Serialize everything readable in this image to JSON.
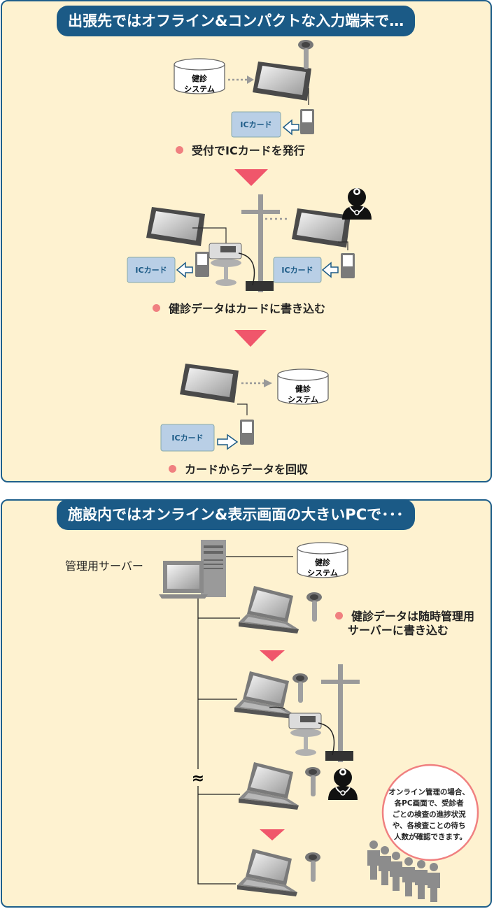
{
  "section1": {
    "title": "出張先ではオフライン&コンパクトな入力端末で…",
    "db_label_line1": "健診",
    "db_label_line2": "システム",
    "card_label": "ICカード",
    "step1_label": "受付でICカードを発行",
    "step2_label": "健診データはカードに書き込む",
    "step3_label": "カードからデータを回収"
  },
  "section2": {
    "title": "施設内ではオンライン&表示画面の大きいPCで･･･",
    "server_label": "管理用サーバー",
    "db_label_line1": "健診",
    "db_label_line2": "システム",
    "note_line1": "健診データは随時管理用",
    "note_line2": "サーバーに書き込む",
    "wave": "≈",
    "callout_lines": [
      "オンライン管理の場合、",
      "各PC画面で、受診者",
      "ごとの検査の進捗状況",
      "や、各検査ことの待ち",
      "人数が確認できます。"
    ]
  },
  "colors": {
    "panel_bg": "#fef2d0",
    "border": "#1f5f8b",
    "title_bg": "#1b5a86",
    "arrow": "#f0566b",
    "bullet": "#f08080",
    "card": "#b9cfe6"
  }
}
